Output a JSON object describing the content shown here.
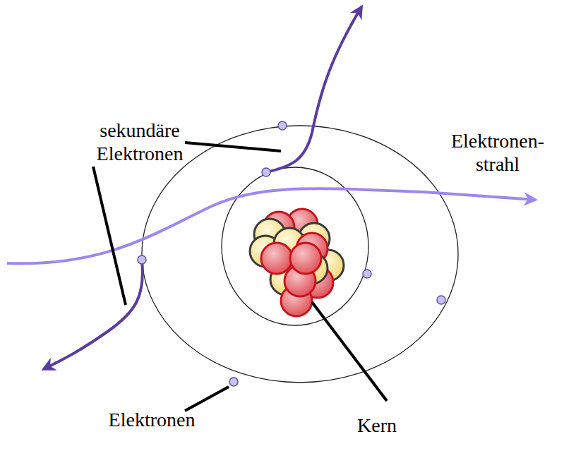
{
  "diagram": {
    "labels": [
      "sekundäre Elektronen",
      "Elektronen- strahl",
      "Elektronen",
      "Kern"
    ]
  }
}
